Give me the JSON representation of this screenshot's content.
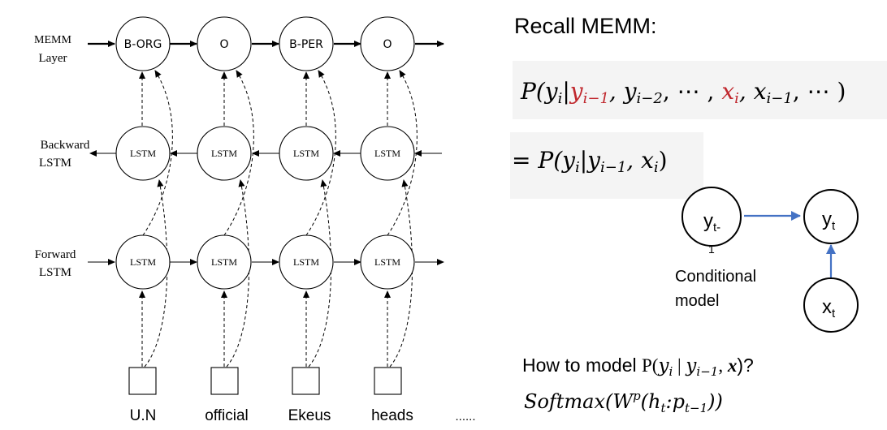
{
  "left_diagram": {
    "layer_labels": {
      "memm_line1": "MEMM",
      "memm_line2": "Layer",
      "backward_line1": "Backward",
      "backward_line2": "LSTM",
      "forward_line1": "Forward",
      "forward_line2": "LSTM"
    },
    "memm_nodes": [
      "B-ORG",
      "O",
      "B-PER",
      "O"
    ],
    "lstm_label": "LSTM",
    "words": [
      "U.N",
      "official",
      "Ekeus",
      "heads"
    ],
    "ellipsis": "......"
  },
  "right_panel": {
    "title": "Recall MEMM:",
    "formula1": {
      "prefix": "P(y",
      "sub_i": "i",
      "bar": "|",
      "red_y": "y",
      "red_sub": "i−1",
      "mid": ", y",
      "sub_i2": "i−2",
      "dots": ", ⋯ , ",
      "red_x": "x",
      "red_xsub": "i",
      "tail": ", x",
      "sub_i1": "i−1",
      "end": ", ⋯ )"
    },
    "formula2": {
      "lead": "= P(y",
      "sub_i": "i",
      "bar": "|y",
      "sub_i1": "i−1",
      "mid": ", x",
      "sub_x": "i",
      "end": ")"
    },
    "graph": {
      "node_prev": "y",
      "node_prev_sub": "t-",
      "node_prev_sub2": "1",
      "node_curr": "y",
      "node_curr_sub": "t",
      "node_x": "x",
      "node_x_sub": "t",
      "caption_line1": "Conditional",
      "caption_line2": "model",
      "edge_color": "#4472c4"
    },
    "question": {
      "text": "How to model ",
      "p": "P(",
      "y": "y",
      "y_sub": "i",
      "bar": " | ",
      "y2": "y",
      "y2_sub": "i−1",
      "comma": ", ",
      "x": "x",
      "end": ")?"
    },
    "softmax": {
      "fn": "Softmax(W",
      "sup": "p",
      "open": "(h",
      "h_sub": "t",
      "colon": ":p",
      "p_sub": "t−1",
      "end": "))"
    }
  }
}
